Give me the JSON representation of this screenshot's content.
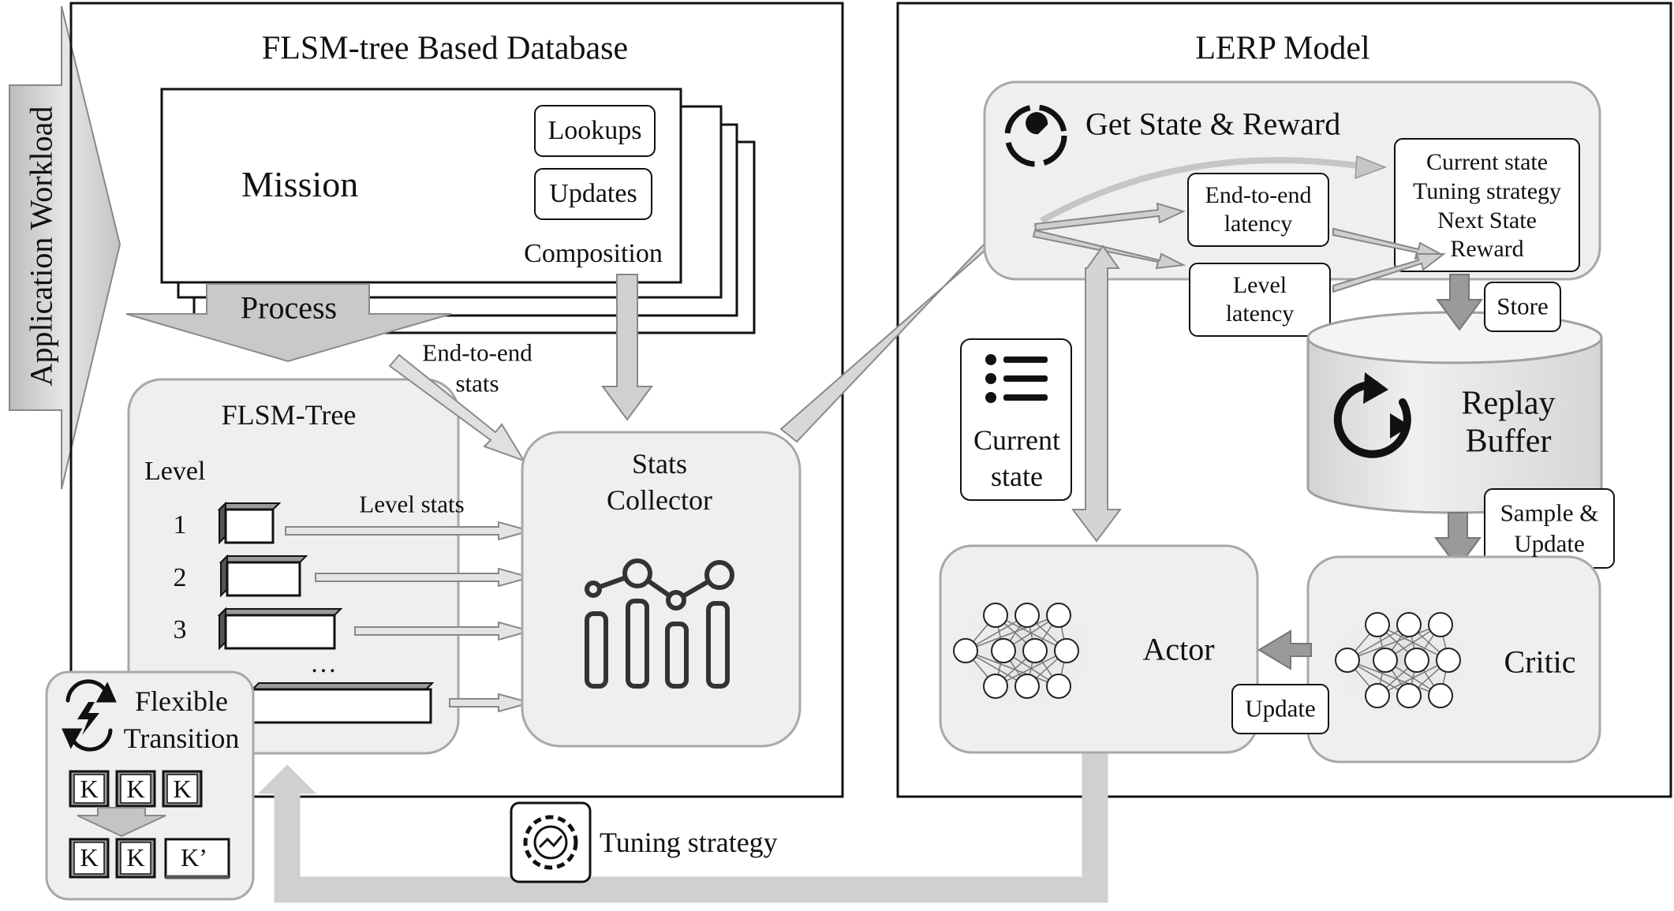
{
  "workload": {
    "label": "Application Workload"
  },
  "database": {
    "title": "FLSM-tree Based Database",
    "mission": {
      "title": "Mission",
      "ops": [
        "Lookups",
        "Updates"
      ],
      "composition": "Composition"
    },
    "process_label": "Process",
    "e2e_stats": [
      "End-to-end",
      "stats"
    ],
    "flsm_tree": {
      "title": "FLSM-Tree",
      "level_label": "Level",
      "levels": [
        "1",
        "2",
        "3"
      ],
      "ellipsis": "…",
      "level_stats": "Level stats"
    },
    "stats_collector": {
      "title": [
        "Stats",
        "Collector"
      ]
    },
    "flexible_transition": {
      "title": [
        "Flexible",
        "Transition"
      ],
      "keys_before": [
        "K",
        "K",
        "K"
      ],
      "keys_after": [
        "K",
        "K",
        "K’"
      ]
    }
  },
  "lerp": {
    "title": "LERP Model",
    "get_state": {
      "title": "Get State & Reward",
      "e2e_latency": [
        "End-to-end",
        "latency"
      ],
      "level_latency": [
        "Level",
        "latency"
      ],
      "transition": [
        "Current state",
        "Tuning strategy",
        "Next State",
        "Reward"
      ]
    },
    "store_label": "Store",
    "replay_buffer": [
      "Replay",
      "Buffer"
    ],
    "sample_update": [
      "Sample &",
      "Update"
    ],
    "current_state": [
      "Current",
      "state"
    ],
    "actor": "Actor",
    "critic": "Critic",
    "update_label": "Update"
  },
  "tuning_strategy": "Tuning strategy",
  "colors": {
    "arrow_fill": "#d4d4d4",
    "arrow_stroke": "#8a8a8a",
    "panel_fill": "#efefef",
    "panel_stroke": "#a8a8a8"
  }
}
